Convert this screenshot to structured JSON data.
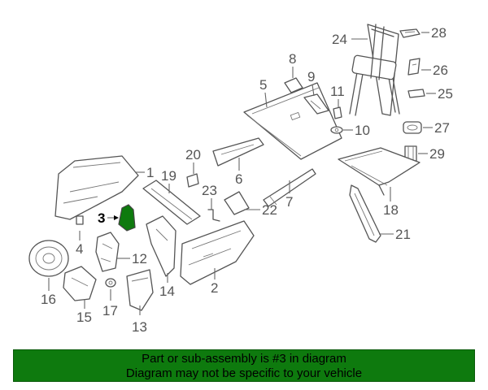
{
  "callouts": {
    "c1": "1",
    "c2": "2",
    "c3": "3",
    "c4": "4",
    "c5": "5",
    "c6": "6",
    "c7": "7",
    "c8": "8",
    "c9": "9",
    "c10": "10",
    "c11": "11",
    "c12": "12",
    "c13": "13",
    "c14": "14",
    "c15": "15",
    "c16": "16",
    "c17": "17",
    "c18": "18",
    "c19": "19",
    "c20": "20",
    "c21": "21",
    "c22": "22",
    "c23": "23",
    "c24": "24",
    "c25": "25",
    "c26": "26",
    "c27": "27",
    "c28": "28",
    "c29": "29"
  },
  "highlight_color": "#0e7a0e",
  "banner": {
    "line1": "Part or sub-assembly is #3 in diagram",
    "line2": "Diagram may not be specific to your vehicle"
  }
}
